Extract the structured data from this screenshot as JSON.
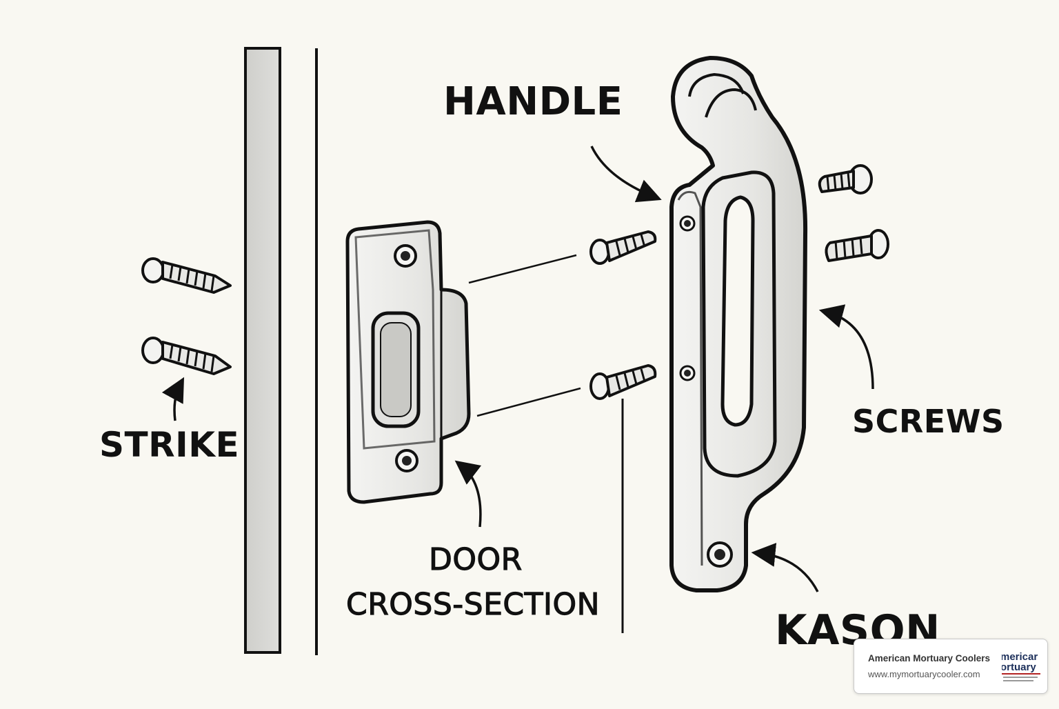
{
  "labels": {
    "handle": "HANDLE",
    "screws": "SCREWS",
    "strike": "STRIKE",
    "door_line1": "DOOR",
    "door_line2": "CROSS-SECTION",
    "kason": "KASON"
  },
  "watermark": {
    "title": "American Mortuary Coolers",
    "url": "www.mymortuarycooler.com",
    "logo_text": [
      "mericar",
      "ortuary"
    ]
  },
  "colors": {
    "background": "#f9f8f2",
    "ink": "#111111",
    "metal": "#ebebea",
    "door": "#d5d5d2"
  }
}
